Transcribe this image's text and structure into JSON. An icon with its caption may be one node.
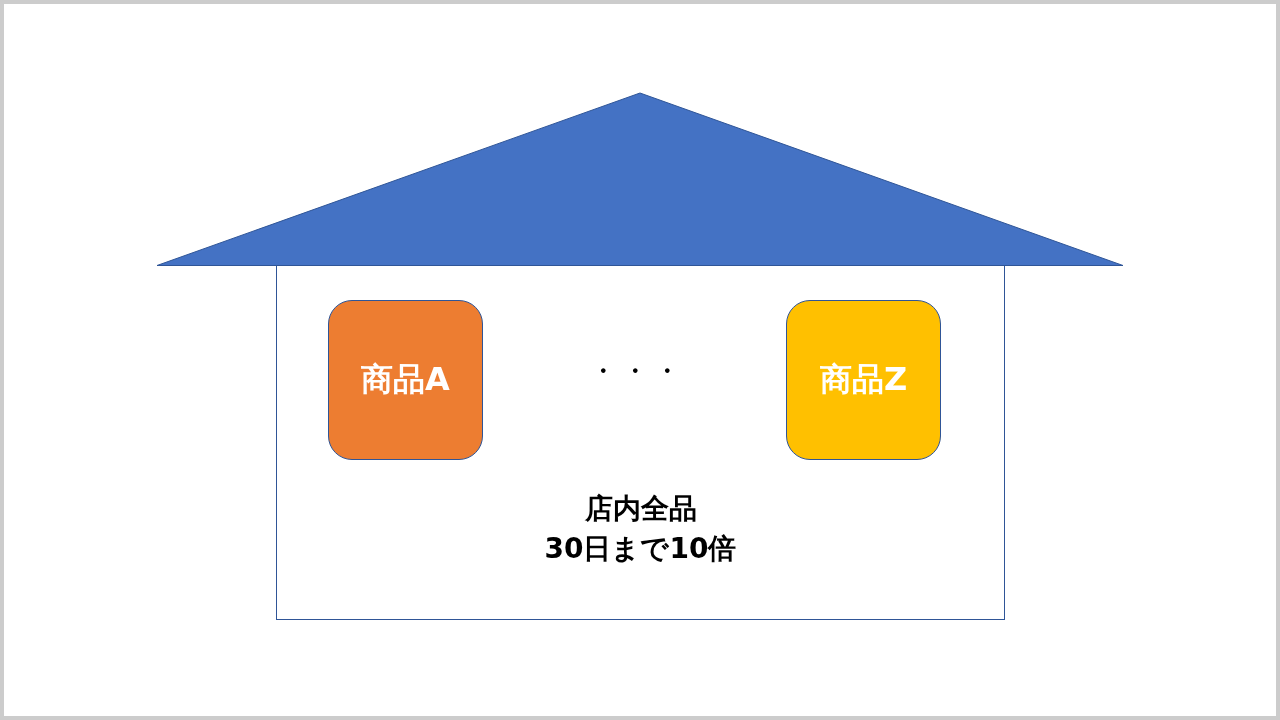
{
  "diagram": {
    "nodes": [
      {
        "text": [
          "店内全品",
          "30日まで10倍"
        ]
      },
      {
        "text": [
          "商品A"
        ],
        "in": 0
      },
      {
        "text": [
          "商品Z"
        ],
        "in": 0
      },
      {
        "text": [],
        "shape": "triangle"
      }
    ],
    "labels": [
      "・ ・ ・"
    ]
  }
}
